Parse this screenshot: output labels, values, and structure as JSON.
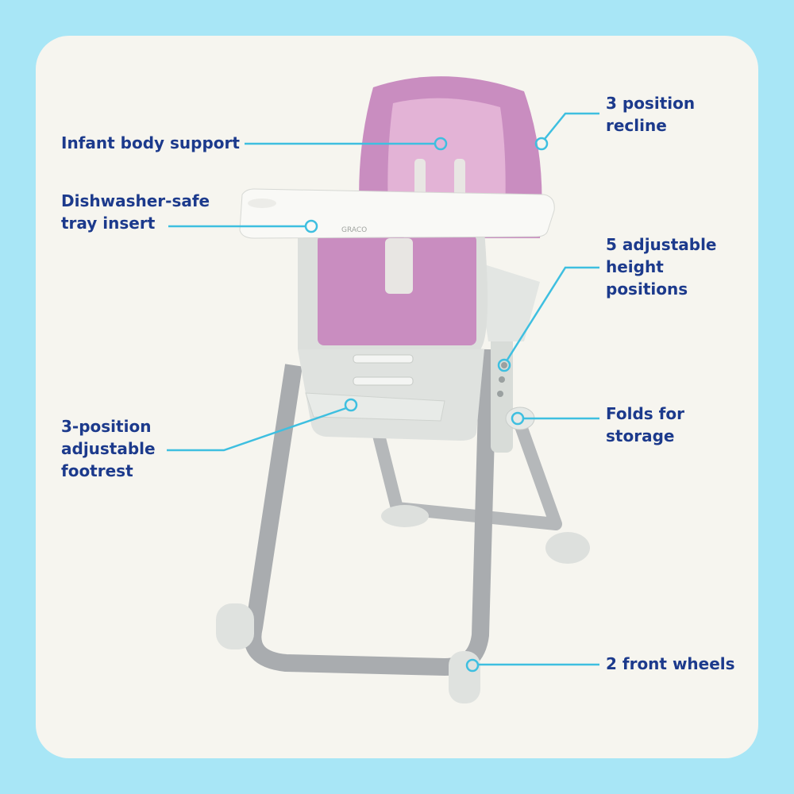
{
  "colors": {
    "background": "#a8e6f6",
    "card": "#f6f5ef",
    "text": "#1c3a8c",
    "callout_line": "#3ebfe0",
    "pad": "#c98dc0",
    "frame": "#a9acaf",
    "plastic": "#e6e9e6"
  },
  "product": {
    "brand_logo": "GRACO"
  },
  "callouts": {
    "infant_body_support": {
      "lines": [
        "Infant body support"
      ]
    },
    "tray_insert": {
      "lines": [
        "Dishwasher-safe",
        "tray insert"
      ]
    },
    "recline": {
      "lines": [
        "3 position",
        "recline"
      ]
    },
    "height": {
      "lines": [
        "5 adjustable",
        "height",
        "positions"
      ]
    },
    "folds": {
      "lines": [
        "Folds for",
        "storage"
      ]
    },
    "footrest": {
      "lines": [
        "3-position",
        "adjustable",
        "footrest"
      ]
    },
    "wheels": {
      "lines": [
        "2 front wheels"
      ]
    }
  }
}
